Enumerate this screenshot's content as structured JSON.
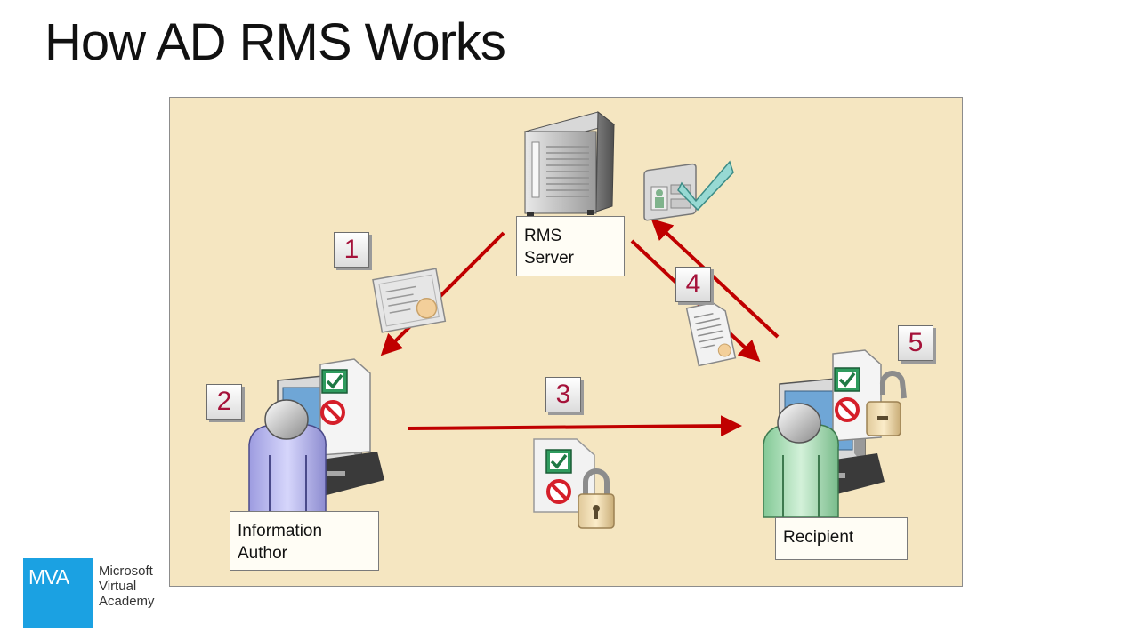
{
  "title": "How AD RMS Works",
  "nodes": {
    "server": {
      "label_line1": "RMS",
      "label_line2": "Server"
    },
    "author": {
      "label_line1": "Information",
      "label_line2": "Author"
    },
    "recipient": {
      "label": "Recipient"
    }
  },
  "steps": [
    "1",
    "2",
    "3",
    "4",
    "5"
  ],
  "logo": {
    "tile": "MVA",
    "line1": "Microsoft",
    "line2": "Virtual",
    "line3": "Academy"
  },
  "colors": {
    "panel": "#f5e6c1",
    "arrow": "#c00000",
    "step_number": "#a5123a",
    "logo": "#1ba1e2"
  },
  "icons": [
    "server-icon",
    "certificate-icon",
    "license-check-icon",
    "document-icon",
    "protected-document-icon",
    "user-computer-icon",
    "padlock-icon",
    "check-icon",
    "prohibited-icon"
  ]
}
